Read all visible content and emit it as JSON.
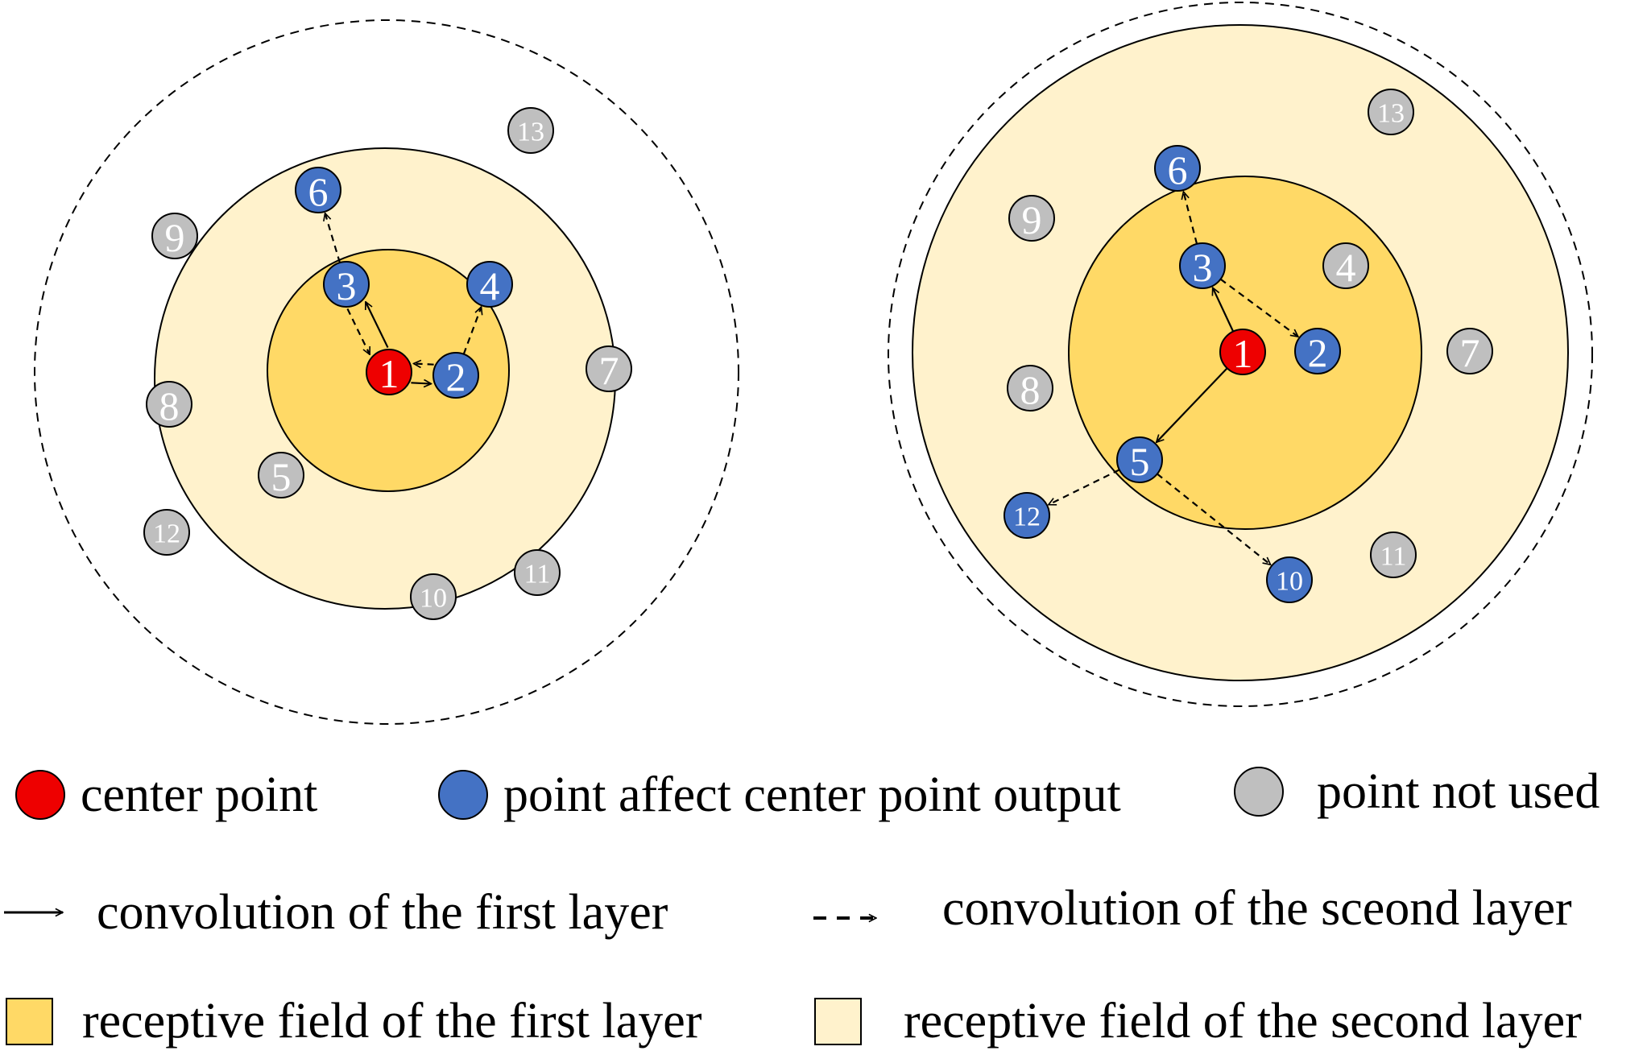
{
  "colors": {
    "center": "#ee0000",
    "affect": "#4472c4",
    "unused": "#bfbfbf",
    "field1": "#ffd966",
    "field2": "#fff2cc",
    "line": "#000000"
  },
  "panels": [
    {
      "id": "left",
      "fields": [
        {
          "kind": "outer-dashed"
        },
        {
          "kind": "field2"
        },
        {
          "kind": "field1"
        }
      ],
      "nodes": [
        {
          "label": "1",
          "role": "center"
        },
        {
          "label": "2",
          "role": "affect"
        },
        {
          "label": "3",
          "role": "affect"
        },
        {
          "label": "4",
          "role": "affect"
        },
        {
          "label": "5",
          "role": "unused"
        },
        {
          "label": "6",
          "role": "affect"
        },
        {
          "label": "7",
          "role": "unused"
        },
        {
          "label": "8",
          "role": "unused"
        },
        {
          "label": "9",
          "role": "unused"
        },
        {
          "label": "10",
          "role": "unused"
        },
        {
          "label": "11",
          "role": "unused"
        },
        {
          "label": "12",
          "role": "unused"
        },
        {
          "label": "13",
          "role": "unused"
        }
      ],
      "edges": [
        {
          "from": "1",
          "to": "3",
          "style": "solid"
        },
        {
          "from": "1",
          "to": "2",
          "style": "solid"
        },
        {
          "from": "3",
          "to": "1",
          "style": "dashed"
        },
        {
          "from": "2",
          "to": "1",
          "style": "dashed"
        },
        {
          "from": "3",
          "to": "6",
          "style": "dashed"
        },
        {
          "from": "2",
          "to": "4",
          "style": "dashed"
        }
      ]
    },
    {
      "id": "right",
      "fields": [
        {
          "kind": "outer-dashed"
        },
        {
          "kind": "field2"
        },
        {
          "kind": "field1"
        }
      ],
      "nodes": [
        {
          "label": "1",
          "role": "center"
        },
        {
          "label": "2",
          "role": "affect"
        },
        {
          "label": "3",
          "role": "affect"
        },
        {
          "label": "4",
          "role": "unused"
        },
        {
          "label": "5",
          "role": "affect"
        },
        {
          "label": "6",
          "role": "affect"
        },
        {
          "label": "7",
          "role": "unused"
        },
        {
          "label": "8",
          "role": "unused"
        },
        {
          "label": "9",
          "role": "unused"
        },
        {
          "label": "10",
          "role": "affect"
        },
        {
          "label": "11",
          "role": "unused"
        },
        {
          "label": "12",
          "role": "affect"
        },
        {
          "label": "13",
          "role": "unused"
        }
      ],
      "edges": [
        {
          "from": "1",
          "to": "3",
          "style": "solid"
        },
        {
          "from": "1",
          "to": "5",
          "style": "solid"
        },
        {
          "from": "3",
          "to": "6",
          "style": "dashed"
        },
        {
          "from": "3",
          "to": "2",
          "style": "dashed"
        },
        {
          "from": "5",
          "to": "12",
          "style": "dashed"
        },
        {
          "from": "5",
          "to": "10",
          "style": "dashed"
        }
      ]
    }
  ],
  "legend": {
    "center_point": "center point",
    "affect_point": "point affect center point output",
    "unused_point": "point not used",
    "first_conv": "convolution of the first layer",
    "second_conv": "convolution of the sceond layer",
    "first_field": "receptive field of the first layer",
    "second_field": "receptive field of the second layer"
  }
}
